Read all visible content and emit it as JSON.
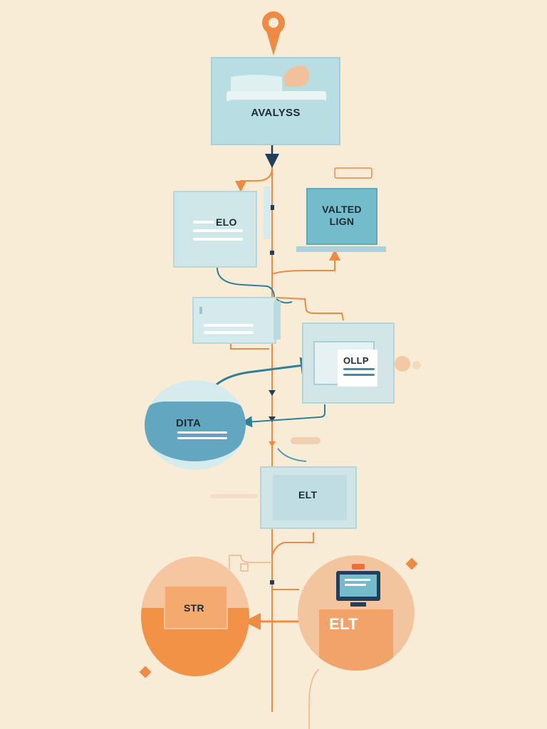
{
  "diagram": {
    "nodes": [
      {
        "id": "analysis",
        "label": "AVALYSS"
      },
      {
        "id": "elo",
        "label": "ELO"
      },
      {
        "id": "validated",
        "label": "VALTED\nLIGN"
      },
      {
        "id": "ollp",
        "label": "OLLP"
      },
      {
        "id": "data",
        "label": "DITA"
      },
      {
        "id": "elt-box",
        "label": "ELT"
      },
      {
        "id": "str",
        "label": "STR"
      },
      {
        "id": "elt-circle",
        "label": "ELT"
      }
    ],
    "colors": {
      "background": "#f9ecd6",
      "teal": "#4f9db3",
      "light_teal": "#c9e3e6",
      "orange": "#ef8a45",
      "peach": "#f2c9a4",
      "navy": "#1f3f5b"
    },
    "icons": [
      "map-pin-icon",
      "laptop-icon",
      "monitor-icon"
    ]
  }
}
